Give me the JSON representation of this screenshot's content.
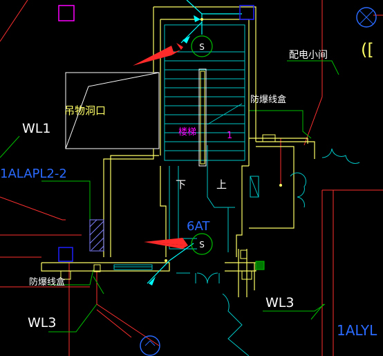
{
  "drawing": {
    "labels": {
      "dist_room": "配电小间",
      "hoist_opening": "吊物洞口",
      "explosion_box_top": "防爆线盒",
      "explosion_box_left": "防爆线盒",
      "stair_name": "楼梯",
      "stair_number": "1",
      "down": "下",
      "up": "上",
      "lamp_symbol_top": "S",
      "lamp_symbol_bottom": "S",
      "fixture_tag": "6AT",
      "wl1": "WL1",
      "wl3_left": "WL3",
      "wl3_right": "WL3",
      "panel_left": "1ALAPL2-2",
      "panel_right": "1ALYL",
      "partial_right": "(["
    },
    "colors": {
      "background": "#000000",
      "wall": "#ffff66",
      "white": "#ffffff",
      "cyan": "#00ffff",
      "stair": "#00c8c8",
      "green": "#00c000",
      "red": "#ff3030",
      "magenta": "#ff00ff",
      "blue": "#2020ff",
      "arrow": "#ff2a2a"
    }
  }
}
